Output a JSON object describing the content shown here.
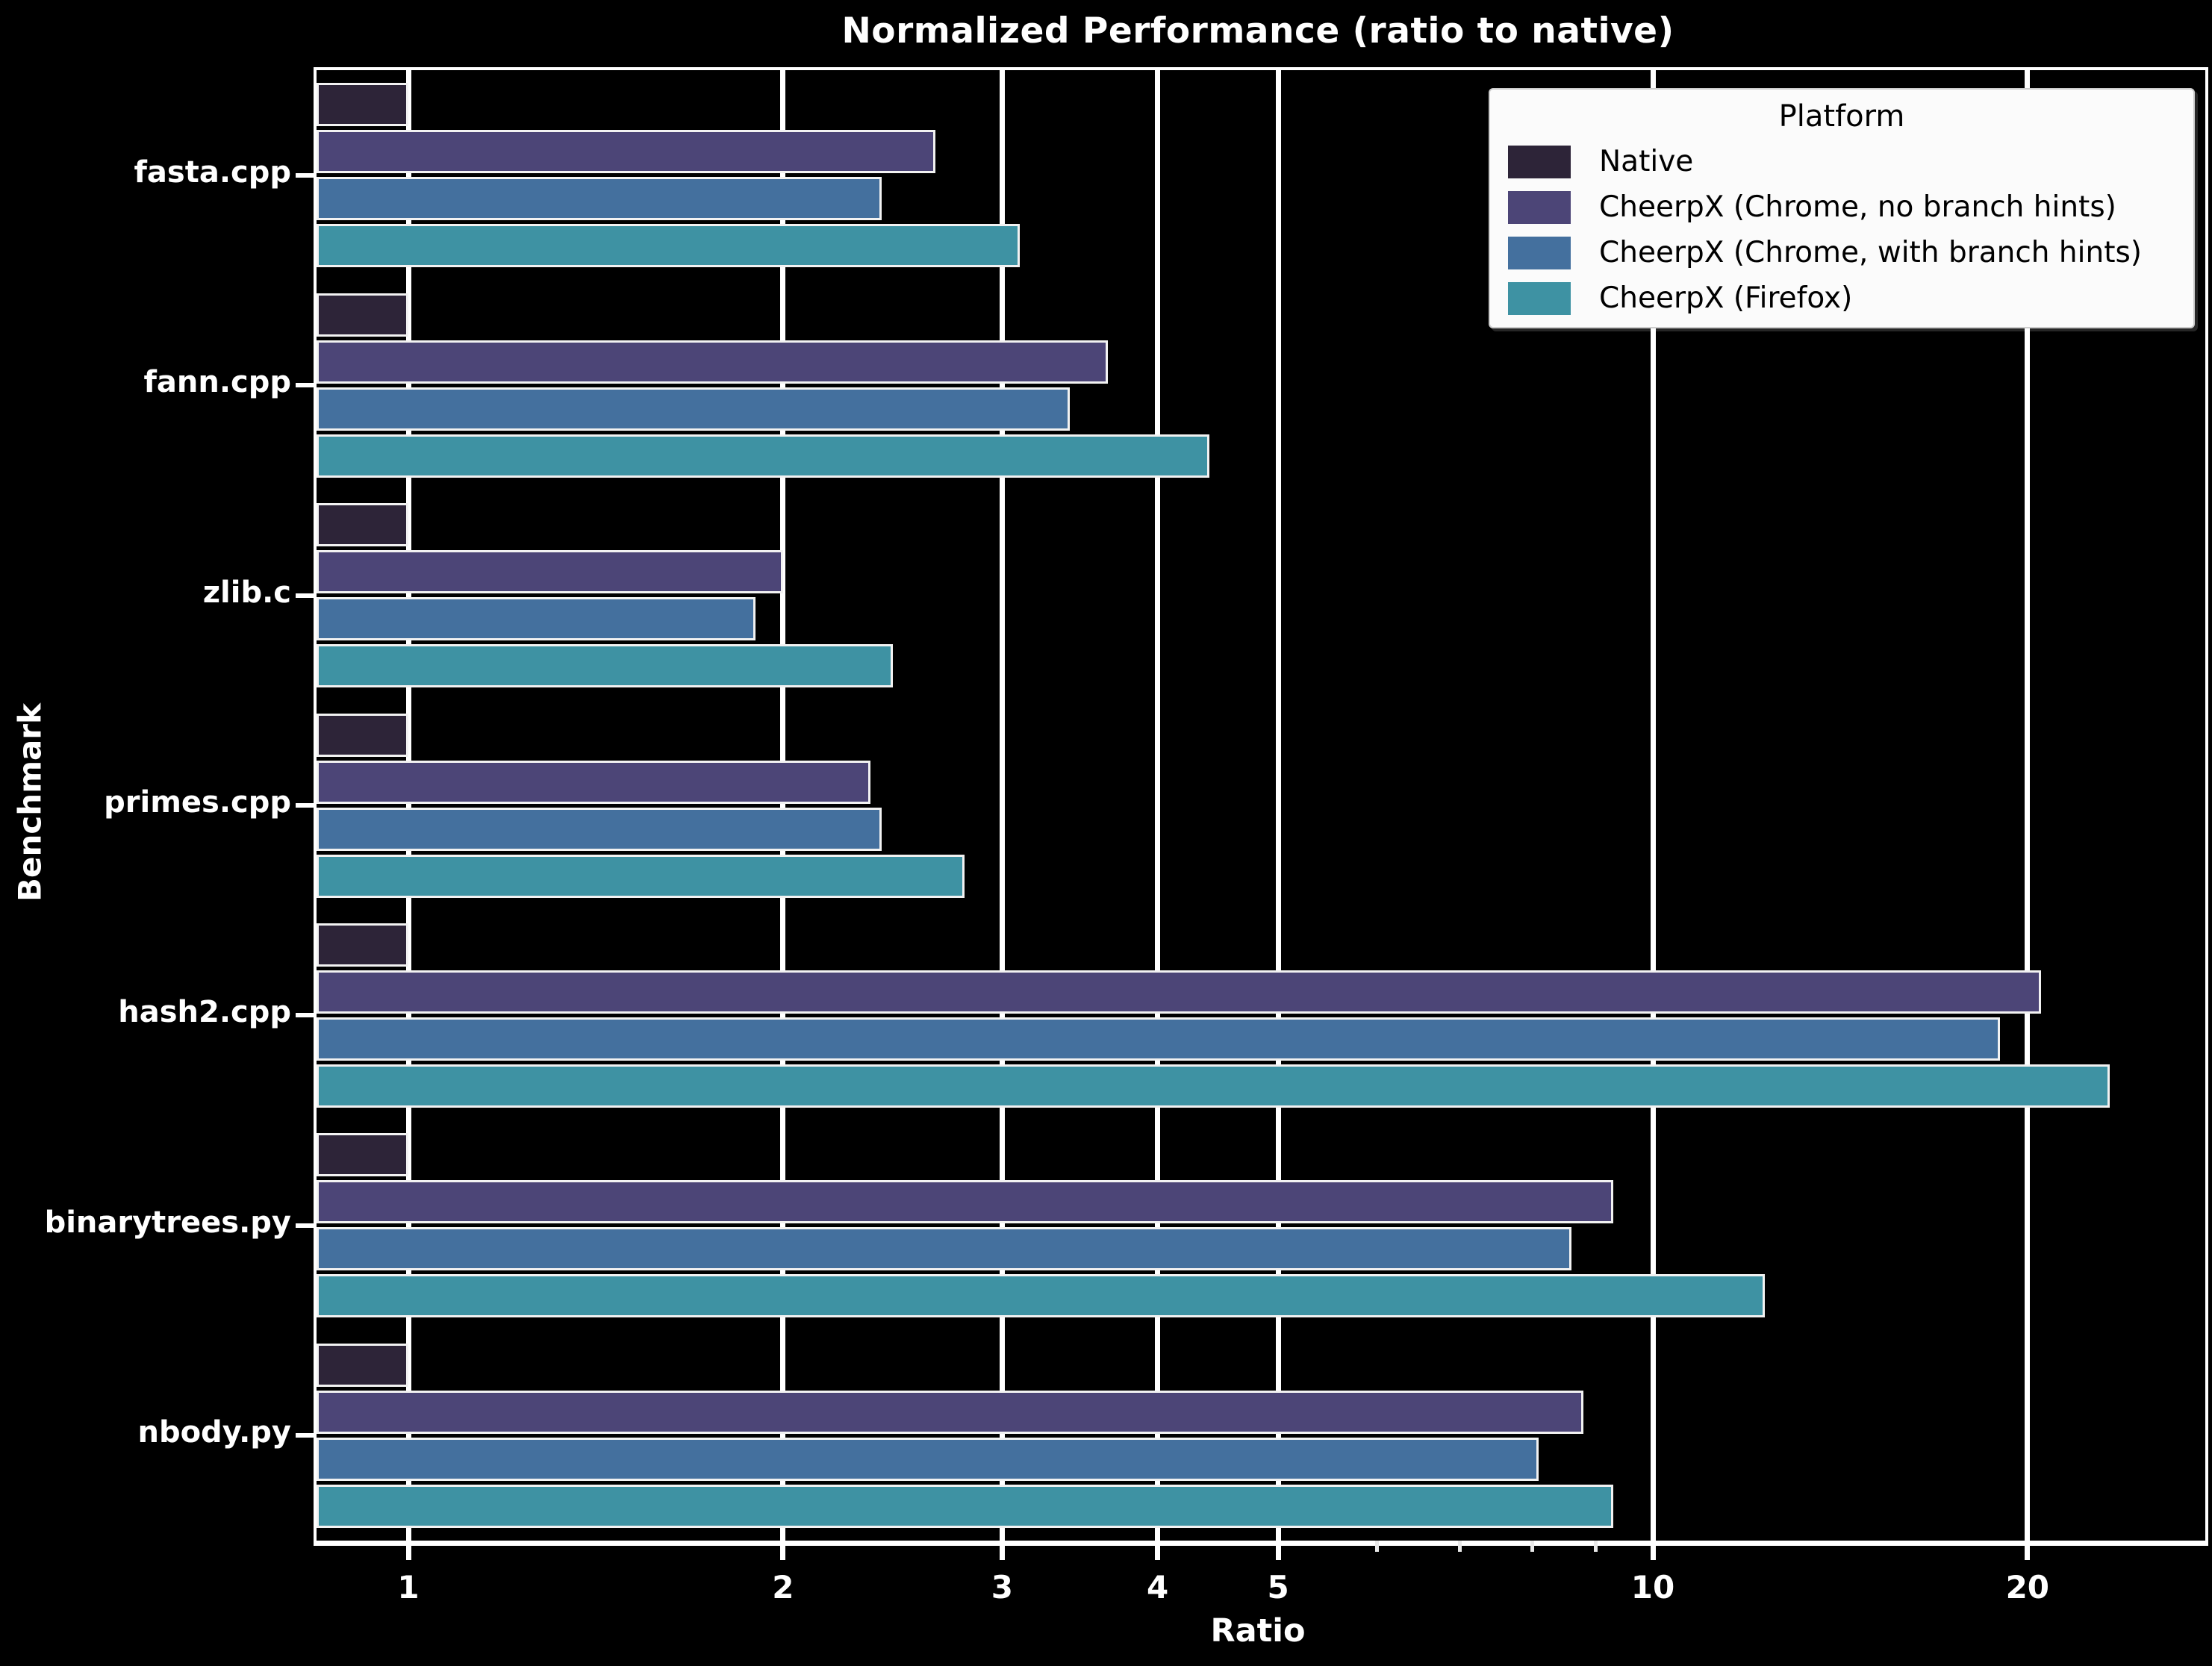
{
  "chart_data": {
    "type": "bar",
    "orientation": "horizontal",
    "x_scale": "log",
    "title": "Normalized Performance (ratio to native)",
    "xlabel": "Ratio",
    "ylabel": "Benchmark",
    "xlim": [
      0.84,
      27.8
    ],
    "x_ticks": [
      1,
      2,
      3,
      4,
      5,
      10,
      20
    ],
    "x_minor_ticks": [
      6,
      7,
      8,
      9
    ],
    "grid": "vertical-major",
    "background": "#000000",
    "text_color": "#ffffff",
    "categories": [
      "fasta.cpp",
      "fann.cpp",
      "zlib.c",
      "primes.cpp",
      "hash2.cpp",
      "binarytrees.py",
      "nbody.py"
    ],
    "legend": {
      "title": "Platform",
      "position": "upper right"
    },
    "series": [
      {
        "name": "Native",
        "color": "#2d2438",
        "values": [
          1.0,
          1.0,
          1.0,
          1.0,
          1.0,
          1.0,
          1.0
        ]
      },
      {
        "name": "CheerpX (Chrome, no branch hints)",
        "color": "#4c4577",
        "values": [
          2.65,
          3.65,
          2.0,
          2.35,
          20.5,
          9.3,
          8.8
        ]
      },
      {
        "name": "CheerpX (Chrome, with branch hints)",
        "color": "#44709e",
        "values": [
          2.4,
          3.4,
          1.9,
          2.4,
          19.0,
          8.6,
          8.1
        ]
      },
      {
        "name": "CheerpX (Firefox)",
        "color": "#3e92a3",
        "values": [
          3.1,
          4.4,
          2.45,
          2.8,
          23.3,
          12.3,
          9.3
        ]
      }
    ]
  }
}
